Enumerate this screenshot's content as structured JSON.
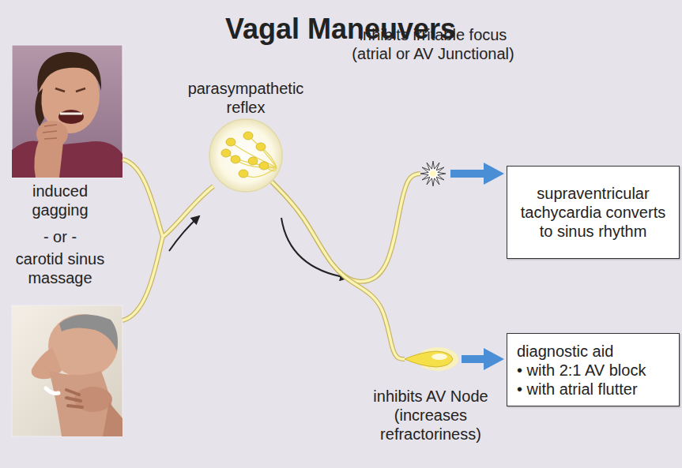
{
  "diagram": {
    "title": "Vagal Maneuvers",
    "nodes": [
      {
        "text": [
          "parasympathetic reflex"
        ]
      },
      {
        "text": [
          "inhibits irritable focus (atrial or AV Junctional)"
        ]
      },
      {
        "text": [
          "supraventricular tachycardia converts to sinus rhythm"
        ]
      },
      {
        "text": [
          "inhibits AV Node (increases refractoriness)"
        ]
      },
      {
        "text": [
          "diagnostic aid",
          "• with 2:1 AV block",
          "• with atrial flutter"
        ]
      }
    ],
    "edges": [
      {
        "from": 0,
        "to": 1,
        "arrow": "none"
      },
      {
        "from": 0,
        "to": 3,
        "arrow": "none"
      },
      {
        "from": 1,
        "to": 2,
        "arrow": "to"
      },
      {
        "from": 3,
        "to": 4,
        "arrow": "to"
      }
    ],
    "labels": [
      "induced gagging",
      "- or -",
      "carotid sinus massage"
    ]
  }
}
